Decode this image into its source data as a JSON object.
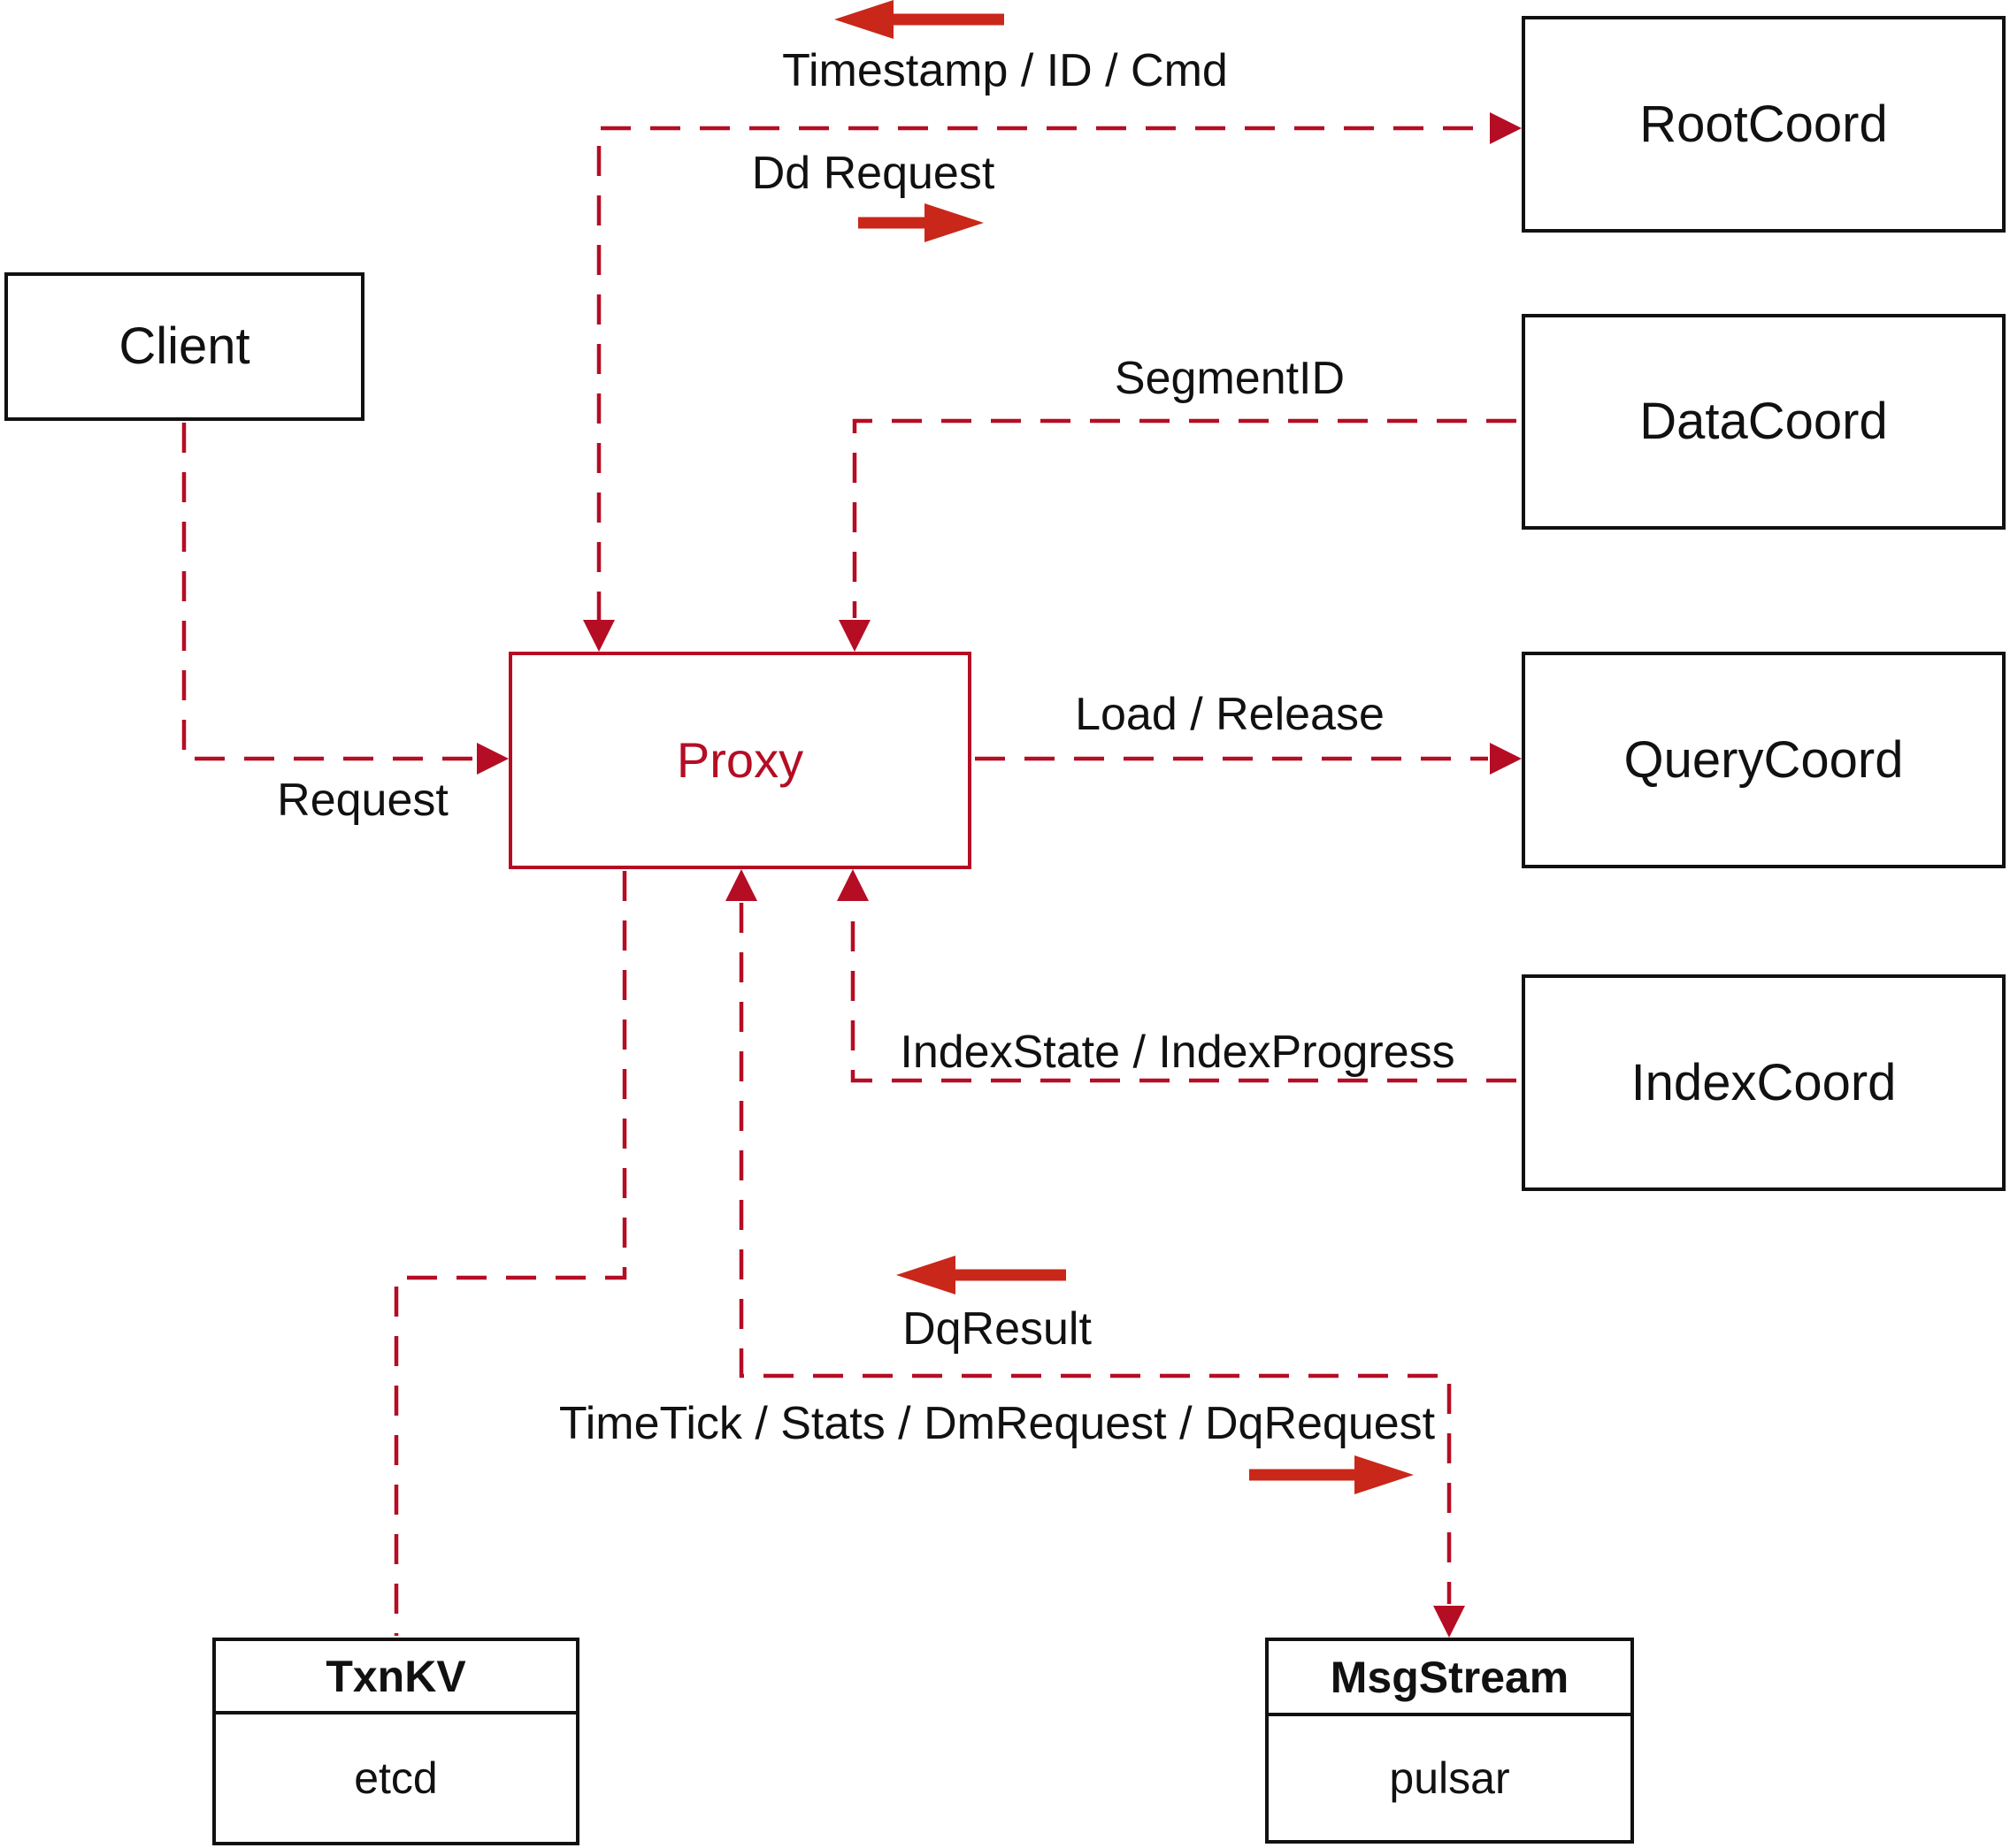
{
  "diagram": {
    "nodes": {
      "client": {
        "label": "Client"
      },
      "proxy": {
        "label": "Proxy"
      },
      "root_coord": {
        "label": "RootCoord"
      },
      "data_coord": {
        "label": "DataCoord"
      },
      "query_coord": {
        "label": "QueryCoord"
      },
      "index_coord": {
        "label": "IndexCoord"
      },
      "txn_kv": {
        "title": "TxnKV",
        "body": "etcd"
      },
      "msg_stream": {
        "title": "MsgStream",
        "body": "pulsar"
      }
    },
    "edge_labels": {
      "request": "Request",
      "timestamp_id_cmd": "Timestamp / ID / Cmd",
      "dd_request": "Dd Request",
      "segment_id": "SegmentID",
      "load_release": "Load / Release",
      "index_state": "IndexState / IndexProgress",
      "dq_result": "DqResult",
      "timetick": "TimeTick / Stats / DmRequest / DqRequest"
    },
    "colors": {
      "connector_dashed": "#b50d24",
      "direction_arrow": "#c9271a",
      "box_border": "#111111",
      "text": "#111111",
      "proxy_accent": "#b50d24"
    }
  }
}
